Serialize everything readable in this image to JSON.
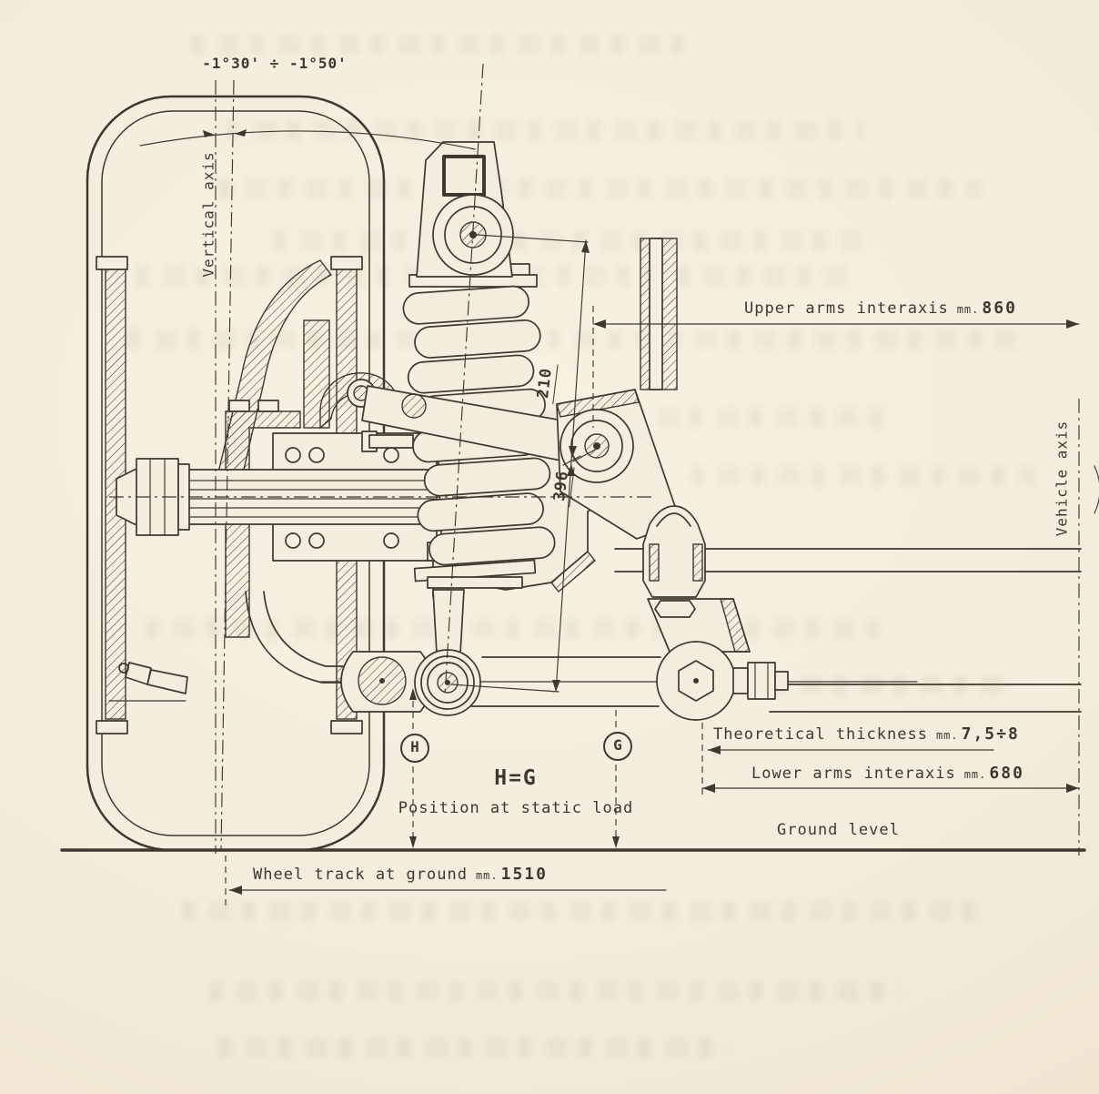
{
  "theme": {
    "paper": "#f4ecdc",
    "ink": "#3e382f"
  },
  "diagram": {
    "camber_angle_range": "-1°30' ÷ -1°50'",
    "vertical_axis_label": "Vertical axis",
    "vehicle_axis_label": "Vehicle axis",
    "ground_level_label": "Ground level",
    "upper_arms_interaxis": {
      "label": "Upper arms interaxis",
      "unit": "mm.",
      "value": "860"
    },
    "strut_upper_dim": "210",
    "strut_lower_dim": "396",
    "theoretical_thickness": {
      "label": "Theoretical thickness",
      "unit": "mm.",
      "value": "7,5÷8"
    },
    "lower_arms_interaxis": {
      "label": "Lower arms interaxis",
      "unit": "mm.",
      "value": "680"
    },
    "wheel_track": {
      "label": "Wheel track at ground",
      "unit": "mm.",
      "value": "1510"
    },
    "point_h": "H",
    "point_g": "G",
    "height_equality": "H=G",
    "load_condition": "Position at static load"
  }
}
